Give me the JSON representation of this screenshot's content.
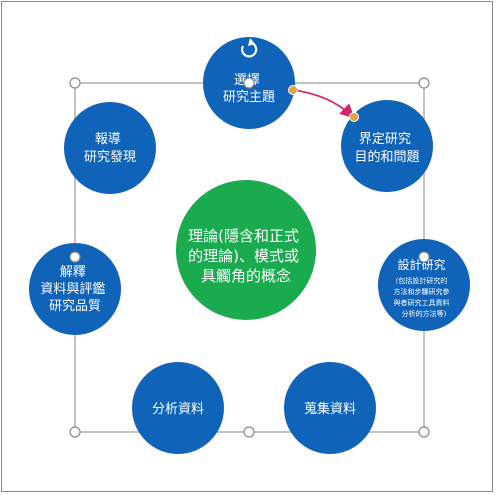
{
  "diagram": {
    "center": {
      "lines": [
        "理論(隱含和正式",
        "的理論)、模式或",
        "具觸角的概念"
      ]
    },
    "nodes": [
      {
        "id": "select-topic",
        "lines": [
          "選擇",
          "研究主題"
        ]
      },
      {
        "id": "define-purpose",
        "lines": [
          "界定研究",
          "目的和問題"
        ]
      },
      {
        "id": "design-research",
        "lines": [
          "設計研究"
        ],
        "sub_lines": [
          "(包括設計研究的",
          "方法和步驟研究參",
          "與者研究工具資料",
          "分析的方法等)"
        ]
      },
      {
        "id": "collect-data",
        "lines": [
          "蒐集資料"
        ]
      },
      {
        "id": "analyze-data",
        "lines": [
          "分析資料"
        ]
      },
      {
        "id": "interpret",
        "lines": [
          "解釋",
          "資料與評鑑",
          "研究品質"
        ]
      },
      {
        "id": "report",
        "lines": [
          "報導",
          "研究發現"
        ]
      }
    ],
    "colors": {
      "node": "#0f63b8",
      "center": "#1aab4f",
      "arrow": "#d4266b",
      "handle": "#e0a44a",
      "selection": "#9a9a9a"
    }
  }
}
